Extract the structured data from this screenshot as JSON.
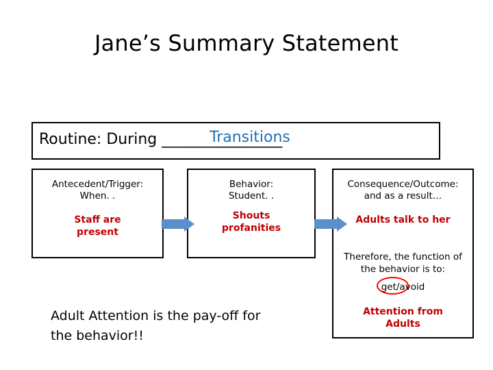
{
  "title": "Jane’s Summary Statement",
  "routine": {
    "label": "Routine: During ________________",
    "value": "Transitions"
  },
  "columns": {
    "antecedent": {
      "header": "Antecedent/Trigger:\nWhen. .",
      "header_line1": "Antecedent/Trigger:",
      "header_line2": "When. .",
      "content_line1": "Staff are",
      "content_line2": "present"
    },
    "behavior": {
      "header_line1": "Behavior:",
      "header_line2": "Student. .",
      "content_line1": "Shouts",
      "content_line2": "profanities"
    },
    "consequence": {
      "header_line1": "Consequence/Outcome:",
      "header_line2": "and as a result…",
      "content_line1": "Adults talk to her",
      "therefore_line1": "Therefore, the function of",
      "therefore_line2": "the behavior is to:",
      "get_avoid": "get/avoid",
      "final_line1": "Attention from",
      "final_line2": "Adults"
    }
  },
  "payoff_line1": "Adult Attention is the pay-off for",
  "payoff_line2": "the behavior!!",
  "colors": {
    "red_text": "#c00000",
    "oval_outline": "#ff0000",
    "arrow": "#5b8fc9",
    "fill_text": "#1f6fb4"
  }
}
